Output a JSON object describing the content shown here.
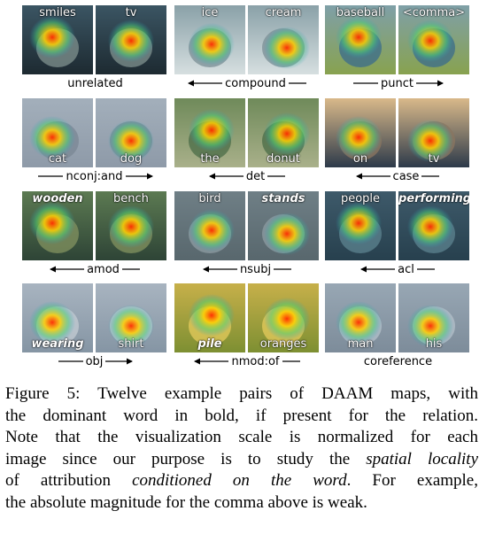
{
  "figure": {
    "cells": [
      {
        "words": [
          "smiles",
          "tv"
        ],
        "bold": [
          false,
          false
        ],
        "pos": "top",
        "relation": "unrelated",
        "arrow": "none",
        "theme": "dog"
      },
      {
        "words": [
          "ice",
          "cream"
        ],
        "bold": [
          false,
          false
        ],
        "pos": "top",
        "relation": "compound",
        "arrow": "left",
        "theme": "plate"
      },
      {
        "words": [
          "baseball",
          "<comma>"
        ],
        "bold": [
          false,
          false
        ],
        "pos": "top",
        "relation": "punct",
        "arrow": "right",
        "theme": "field"
      },
      {
        "words": [
          "cat",
          "dog"
        ],
        "bold": [
          false,
          false
        ],
        "pos": "bottom",
        "relation": "nconj:and",
        "arrow": "right",
        "theme": "cat"
      },
      {
        "words": [
          "the",
          "donut"
        ],
        "bold": [
          false,
          false
        ],
        "pos": "bottom",
        "relation": "det",
        "arrow": "left",
        "theme": "donut"
      },
      {
        "words": [
          "on",
          "tv"
        ],
        "bold": [
          false,
          false
        ],
        "pos": "bottom",
        "relation": "case",
        "arrow": "left",
        "theme": "tv"
      },
      {
        "words": [
          "wooden",
          "bench"
        ],
        "bold": [
          true,
          false
        ],
        "pos": "top",
        "relation": "amod",
        "arrow": "left",
        "theme": "bench"
      },
      {
        "words": [
          "bird",
          "stands"
        ],
        "bold": [
          false,
          true
        ],
        "pos": "top",
        "relation": "nsubj",
        "arrow": "left",
        "theme": "bird"
      },
      {
        "words": [
          "people",
          "performing"
        ],
        "bold": [
          false,
          true
        ],
        "pos": "top",
        "relation": "acl",
        "arrow": "left",
        "theme": "band"
      },
      {
        "words": [
          "wearing",
          "shirt"
        ],
        "bold": [
          true,
          false
        ],
        "pos": "bottom",
        "relation": "obj",
        "arrow": "right",
        "theme": "pup"
      },
      {
        "words": [
          "pile",
          "oranges"
        ],
        "bold": [
          true,
          false
        ],
        "pos": "bottom",
        "relation": "nmod:of",
        "arrow": "left",
        "theme": "fruit"
      },
      {
        "words": [
          "man",
          "his"
        ],
        "bold": [
          false,
          false
        ],
        "pos": "bottom",
        "relation": "coreference",
        "arrow": "none",
        "theme": "man"
      }
    ]
  },
  "caption": {
    "lines": [
      "Figure 5: Twelve example pairs of DAAM maps, with",
      "the dominant word in bold, if present for the relation.",
      "Note that the visualization scale is normalized for each",
      "image since our purpose is to study the ",
      "of attribution ",
      "the absolute magnitude for the comma above is weak."
    ],
    "italic_spatial": "spatial locality",
    "italic_conditioned": "conditioned on the word",
    "line5_tail": ".  For example,"
  }
}
